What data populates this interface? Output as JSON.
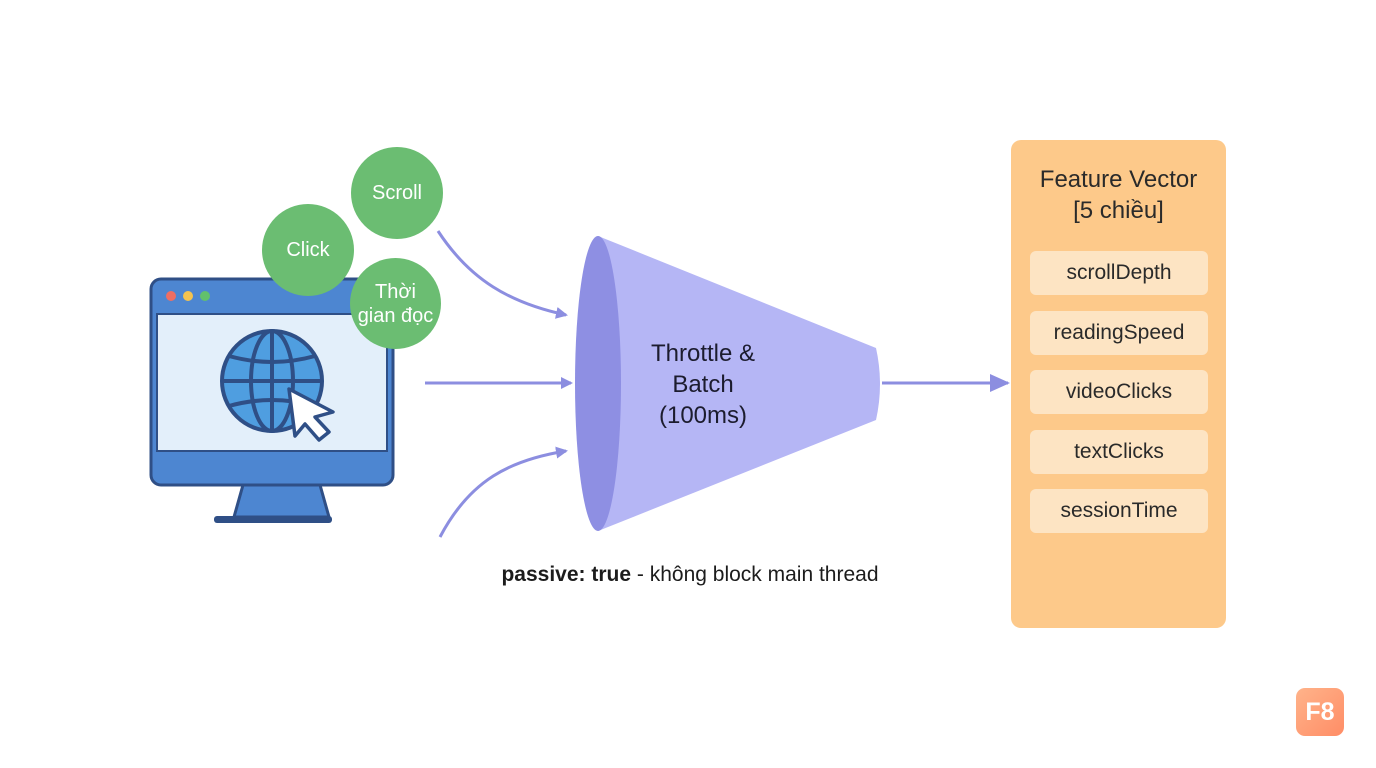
{
  "events": {
    "scroll_label": "Scroll",
    "click_label": "Click",
    "reading_time_label": "Thời\ngian đọc"
  },
  "funnel": {
    "label": "Throttle &\nBatch\n(100ms)"
  },
  "note": {
    "bold": "passive: true",
    "rest": " - không block main thread"
  },
  "feature_vector": {
    "title": "Feature Vector\n[5 chiều]",
    "items": [
      {
        "label": "scrollDepth"
      },
      {
        "label": "readingSpeed"
      },
      {
        "label": "videoClicks"
      },
      {
        "label": "textClicks"
      },
      {
        "label": "sessionTime"
      }
    ]
  },
  "logo": {
    "text": "F8"
  },
  "icons": {
    "browser": "browser-window-icon",
    "globe": "globe-icon",
    "cursor": "cursor-icon",
    "funnel": "funnel-shape"
  },
  "colors": {
    "event_bubble": "#6bbd72",
    "funnel": "#b5b6f5",
    "funnel_mouth": "#8e8fe3",
    "arrow": "#8c8ee0",
    "panel": "#fdc98a",
    "panel_item": "#fde4c3",
    "monitor_frame": "#2f4f86",
    "monitor_fill": "#4d86d1",
    "screen": "#e3effa",
    "globe": "#4f9ee0"
  }
}
